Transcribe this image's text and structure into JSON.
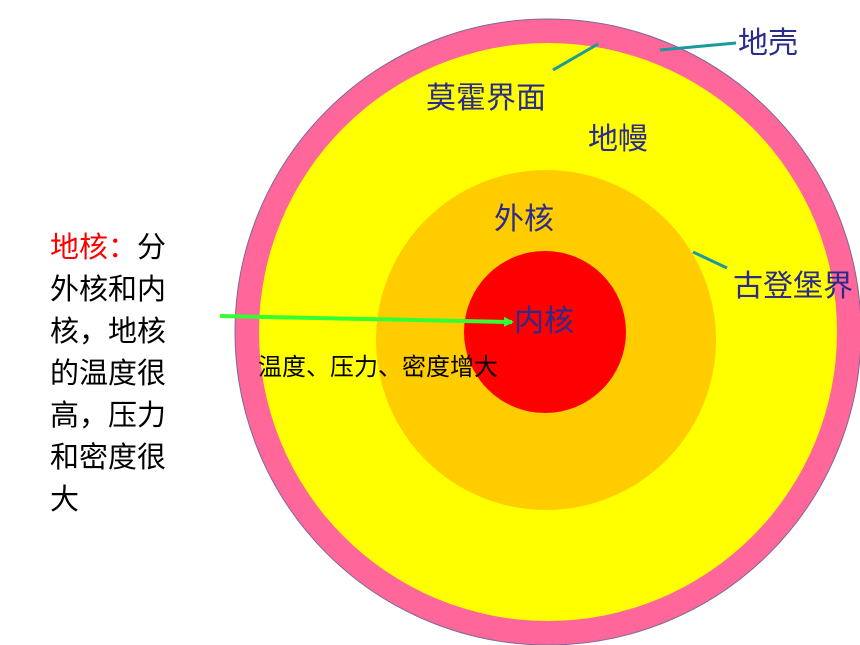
{
  "labels": {
    "crust": "地壳",
    "moho": "莫霍界面",
    "mantle": "地幔",
    "outer_core": "外核",
    "gutenberg": "古登堡界",
    "inner_core": "内核",
    "trend": "温度、压力、密度增大"
  },
  "side_note": {
    "highlight": "地核：",
    "text": "分外核和内核，地核的温度很高，压力和密度很大"
  },
  "colors": {
    "crust": "#ff6699",
    "mantle": "#ffff00",
    "outer_core": "#ffcc00",
    "inner_core": "#ff0000",
    "pointer_lines": "#1a9a9a",
    "arrow": "#33ff33",
    "label_text": "#2b2b8c",
    "highlight_text": "#ff0000"
  }
}
